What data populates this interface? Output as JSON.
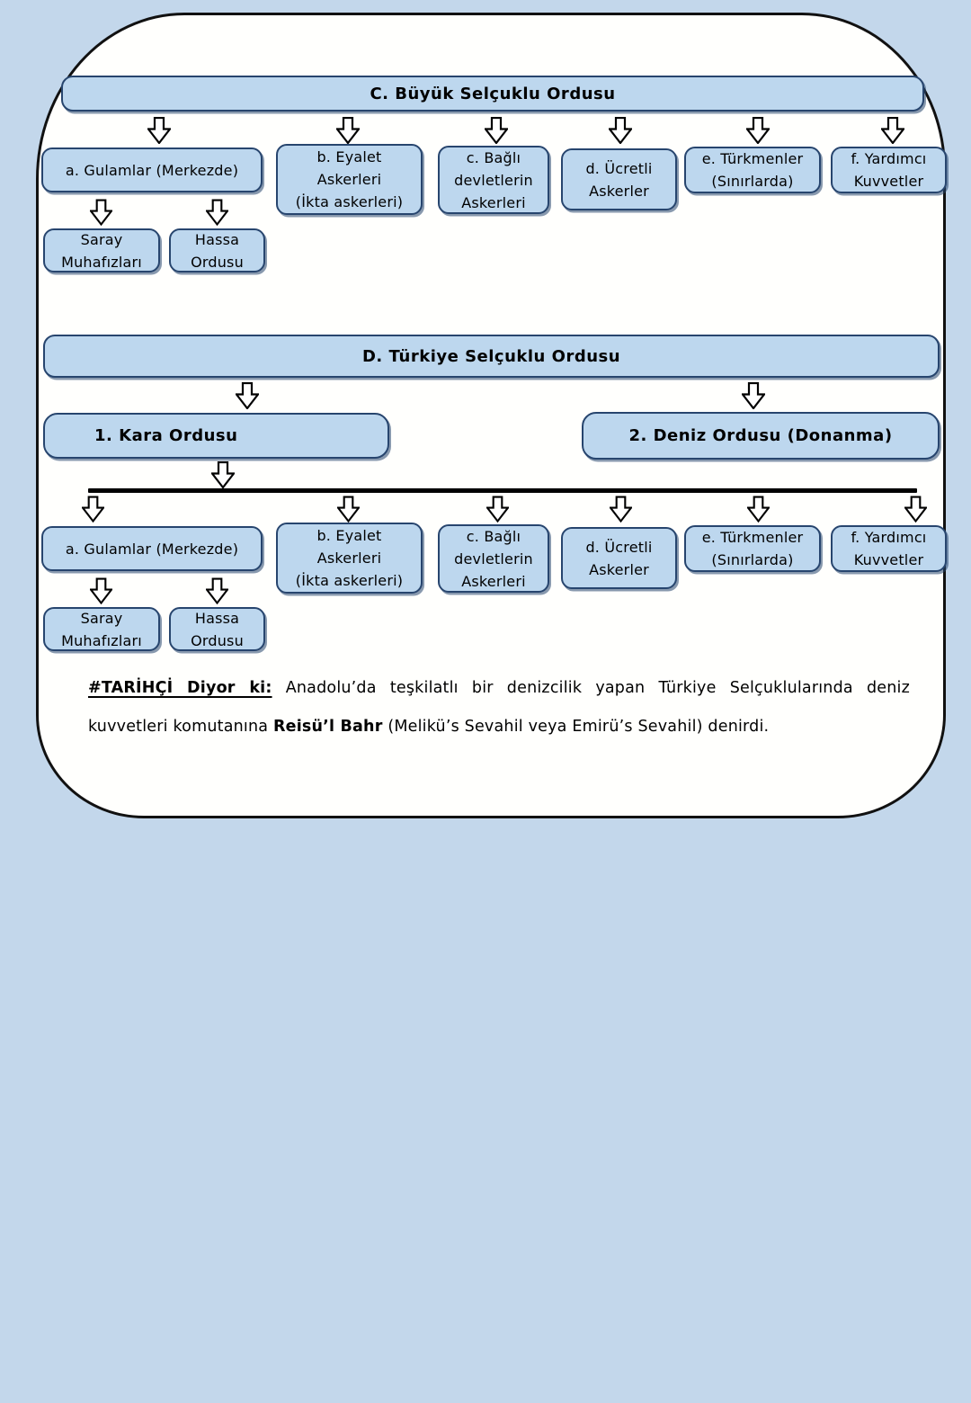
{
  "colors": {
    "page_background": "#c3d7eb",
    "card_background": "#fffffd",
    "card_border": "#111111",
    "node_fill": "#bdd7ee",
    "node_border": "#27456e",
    "text": "#000000",
    "connector_line": "#000000"
  },
  "section_c": {
    "title": "C. Büyük Selçuklu Ordusu"
  },
  "section_d": {
    "title": "D. Türkiye Selçuklu Ordusu",
    "kara_label": "1. Kara Ordusu",
    "deniz_label": "2. Deniz Ordusu (Donanma)"
  },
  "branches": {
    "a": {
      "lines": [
        "a. Gulamlar (Merkezde)"
      ]
    },
    "b": {
      "lines": [
        "b. Eyalet",
        "Askerleri",
        "(İkta askerleri)"
      ]
    },
    "c": {
      "lines": [
        "c. Bağlı",
        "devletlerin",
        "Askerleri"
      ]
    },
    "d": {
      "lines": [
        "d. Ücretli",
        "Askerler"
      ]
    },
    "e": {
      "lines": [
        "e. Türkmenler",
        "(Sınırlarda)"
      ]
    },
    "f": {
      "lines": [
        "f. Yardımcı",
        "Kuvvetler"
      ]
    }
  },
  "gulamlar_children": {
    "saray": {
      "lines": [
        "Saray",
        "Muhafızları"
      ]
    },
    "hassa": {
      "lines": [
        "Hassa",
        "Ordusu"
      ]
    }
  },
  "note": {
    "lead": "#TARİHÇİ Diyor ki:",
    "part1": "Anadolu’da teşkilatlı bir denizcilik yapan Türkiye Selçuklularında deniz kuvvetleri komutanına",
    "bold": "Reisü’l Bahr",
    "part2": "(Melikü’s Sevahil veya Emirü’s Sevahil) denirdi."
  }
}
